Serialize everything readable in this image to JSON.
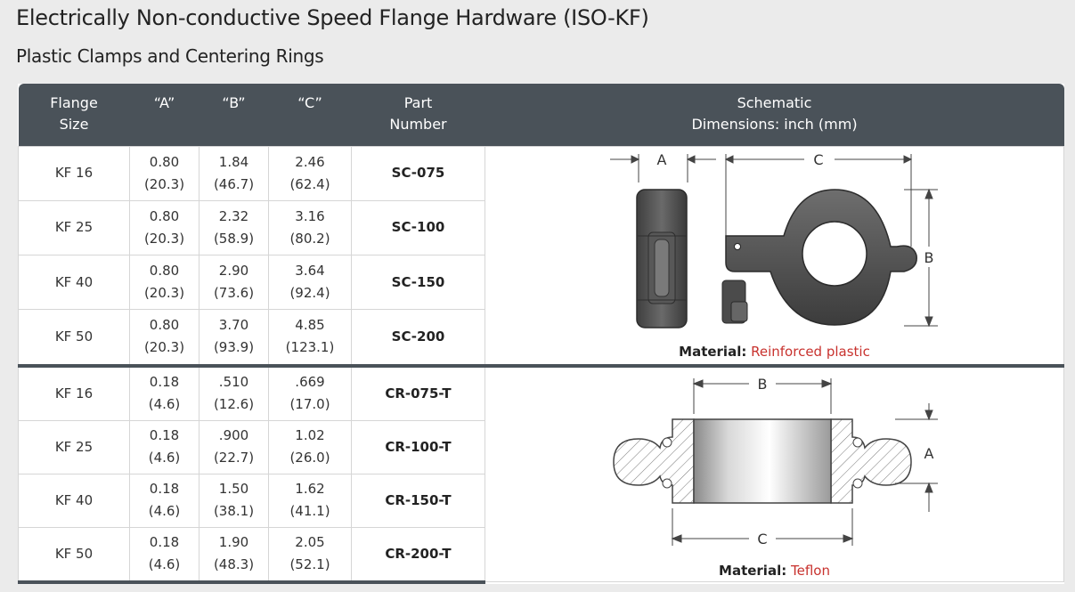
{
  "page_title": "Electrically Non-conductive Speed Flange Hardware (ISO-KF)",
  "section_title": "Plastic Clamps and Centering Rings",
  "headers": {
    "flange_size": [
      "Flange",
      "Size"
    ],
    "a": "“A”",
    "b": "“B”",
    "c": "“C”",
    "part_number": [
      "Part",
      "Number"
    ],
    "schematic": [
      "Schematic",
      "Dimensions: inch (mm)"
    ]
  },
  "clamps": {
    "rows": [
      {
        "size": "KF 16",
        "a": [
          "0.80",
          "(20.3)"
        ],
        "b": [
          "1.84",
          "(46.7)"
        ],
        "c": [
          "2.46",
          "(62.4)"
        ],
        "part": "SC-075"
      },
      {
        "size": "KF 25",
        "a": [
          "0.80",
          "(20.3)"
        ],
        "b": [
          "2.32",
          "(58.9)"
        ],
        "c": [
          "3.16",
          "(80.2)"
        ],
        "part": "SC-100"
      },
      {
        "size": "KF 40",
        "a": [
          "0.80",
          "(20.3)"
        ],
        "b": [
          "2.90",
          "(73.6)"
        ],
        "c": [
          "3.64",
          "(92.4)"
        ],
        "part": "SC-150"
      },
      {
        "size": "KF 50",
        "a": [
          "0.80",
          "(20.3)"
        ],
        "b": [
          "3.70",
          "(93.9)"
        ],
        "c": [
          "4.85",
          "(123.1)"
        ],
        "part": "SC-200"
      }
    ],
    "material_label": "Material:",
    "material_value": "Reinforced plastic",
    "dim_labels": {
      "a": "A",
      "b": "B",
      "c": "C"
    }
  },
  "rings": {
    "rows": [
      {
        "size": "KF 16",
        "a": [
          "0.18",
          "(4.6)"
        ],
        "b": [
          ".510",
          "(12.6)"
        ],
        "c": [
          ".669",
          "(17.0)"
        ],
        "part": "CR-075-T"
      },
      {
        "size": "KF 25",
        "a": [
          "0.18",
          "(4.6)"
        ],
        "b": [
          ".900",
          "(22.7)"
        ],
        "c": [
          "1.02",
          "(26.0)"
        ],
        "part": "CR-100-T"
      },
      {
        "size": "KF 40",
        "a": [
          "0.18",
          "(4.6)"
        ],
        "b": [
          "1.50",
          "(38.1)"
        ],
        "c": [
          "1.62",
          "(41.1)"
        ],
        "part": "CR-150-T"
      },
      {
        "size": "KF 50",
        "a": [
          "0.18",
          "(4.6)"
        ],
        "b": [
          "1.90",
          "(48.3)"
        ],
        "c": [
          "2.05",
          "(52.1)"
        ],
        "part": "CR-200-T"
      }
    ],
    "material_label": "Material:",
    "material_value": "Teflon",
    "dim_labels": {
      "a": "A",
      "b": "B",
      "c": "C"
    }
  },
  "colors": {
    "header_bg": "#4a5259",
    "material_value": "#c8322e",
    "page_bg": "#ebebeb"
  }
}
